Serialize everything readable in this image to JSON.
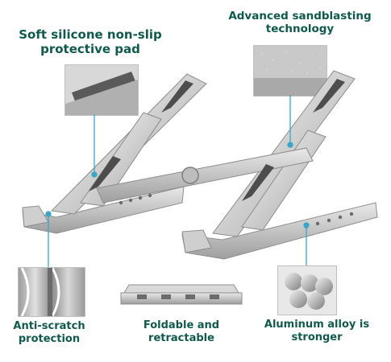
{
  "callouts": {
    "silicone": {
      "line1": "Soft silicone non-slip",
      "line2": "protective pad"
    },
    "sandblasting": {
      "line1": "Advanced sandblasting",
      "line2": "technology"
    },
    "scratch": {
      "line1": "Anti-scratch",
      "line2": "protection"
    },
    "foldable": {
      "line1": "Foldable and",
      "line2": "retractable"
    },
    "aluminum": {
      "line1": "Aluminum alloy is",
      "line2": "stronger"
    }
  },
  "colors": {
    "label_text": "#0f5a4c",
    "leader_line": "#3aa6c8",
    "metal_light": "#e2e2e2",
    "metal_dark": "#9a9a9a",
    "pad": "#4a4a4a"
  }
}
